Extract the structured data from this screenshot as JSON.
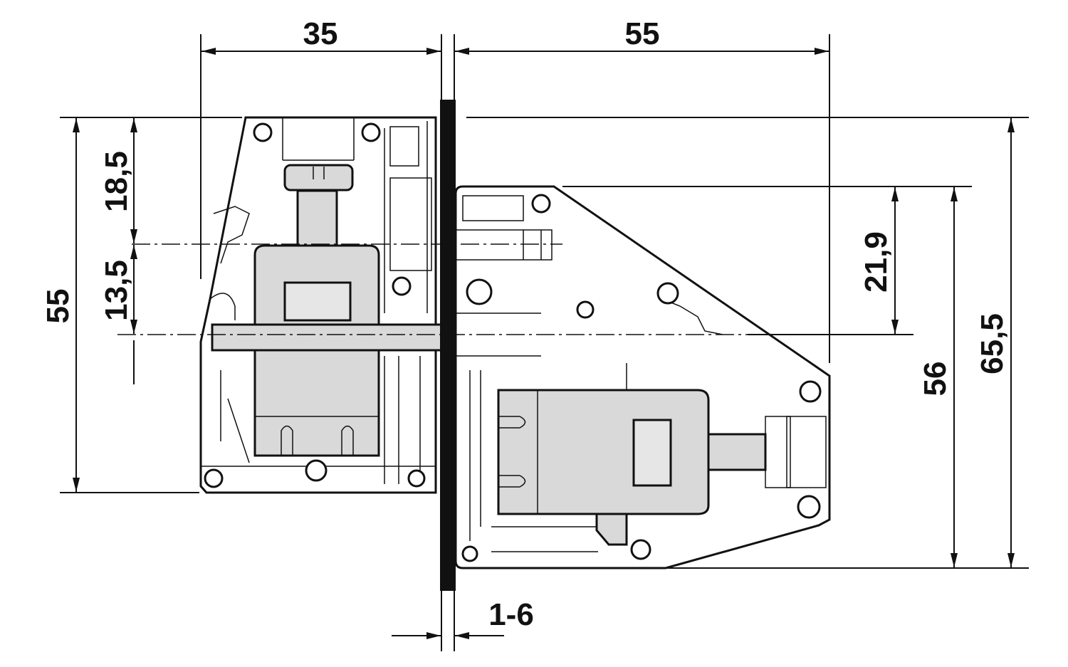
{
  "dimensions": {
    "top_left_width": "35",
    "top_right_width": "55",
    "left_outer_height": "55",
    "left_upper": "18,5",
    "left_lower": "13,5",
    "right_inner_offset": "21,9",
    "right_mid_height": "56",
    "right_outer_height": "65,5",
    "plate_thickness": "1-6"
  },
  "colors": {
    "line": "#111111",
    "component_fill": "#d9d9d9",
    "background": "#ffffff"
  }
}
